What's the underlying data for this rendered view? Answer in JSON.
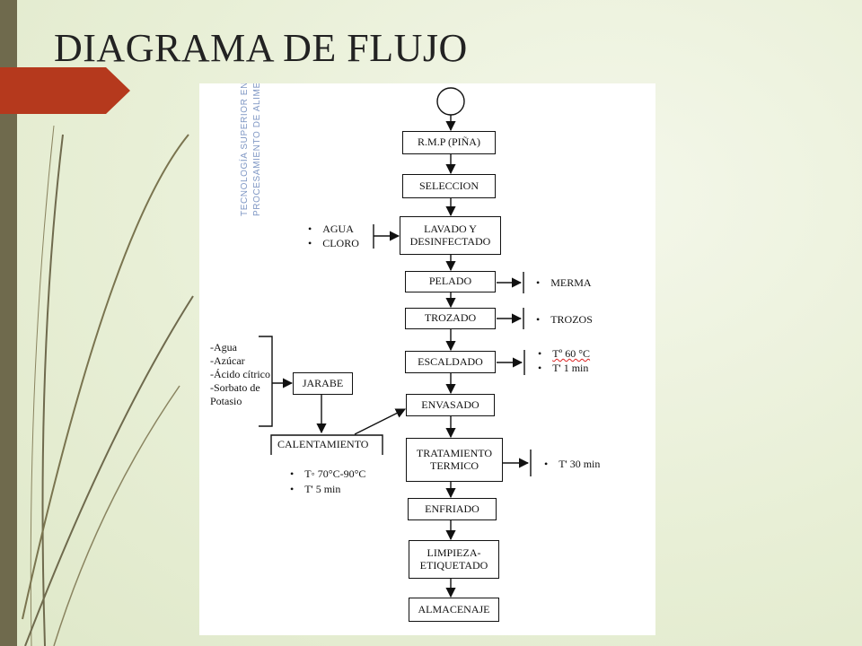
{
  "slide": {
    "title": "DIAGRAMA DE FLUJO",
    "watermark_line1": "TECNOLOGÍA SUPERIOR EN",
    "watermark_line2": "PROCESAMIENTO DE ALIMEN"
  },
  "flow": {
    "rmp": "R.M.P (PIÑA)",
    "seleccion": "SELECCION",
    "lavado_1": "LAVADO Y",
    "lavado_2": "DESINFECTADO",
    "pelado": "PELADO",
    "trozado": "TROZADO",
    "escaldado": "ESCALDADO",
    "envasado": "ENVASADO",
    "tratamiento_1": "TRATAMIENTO",
    "tratamiento_2": "TERMICO",
    "enfriado": "ENFRIADO",
    "limpieza_1": "LIMPIEZA-",
    "limpieza_2": "ETIQUETADO",
    "almacenaje": "ALMACENAJE",
    "jarabe": "JARABE",
    "calentamiento": "CALENTAMIENTO"
  },
  "inputs": {
    "lavado": [
      "AGUA",
      "CLORO"
    ],
    "jarabe": [
      "-Agua",
      "-Azúcar",
      "-Ácido cítrico",
      "-Sorbato de",
      "Potasio"
    ]
  },
  "outputs": {
    "pelado": "MERMA",
    "trozado": "TROZOS",
    "escaldado": [
      "Tº 60 °C",
      "T' 1 min"
    ],
    "tratamiento": "T' 30 min",
    "calentamiento": [
      "T◦ 70°C-90°C",
      "T' 5 min"
    ]
  },
  "colors": {
    "accent": "#b5391d",
    "strip": "#6f6a4d"
  }
}
